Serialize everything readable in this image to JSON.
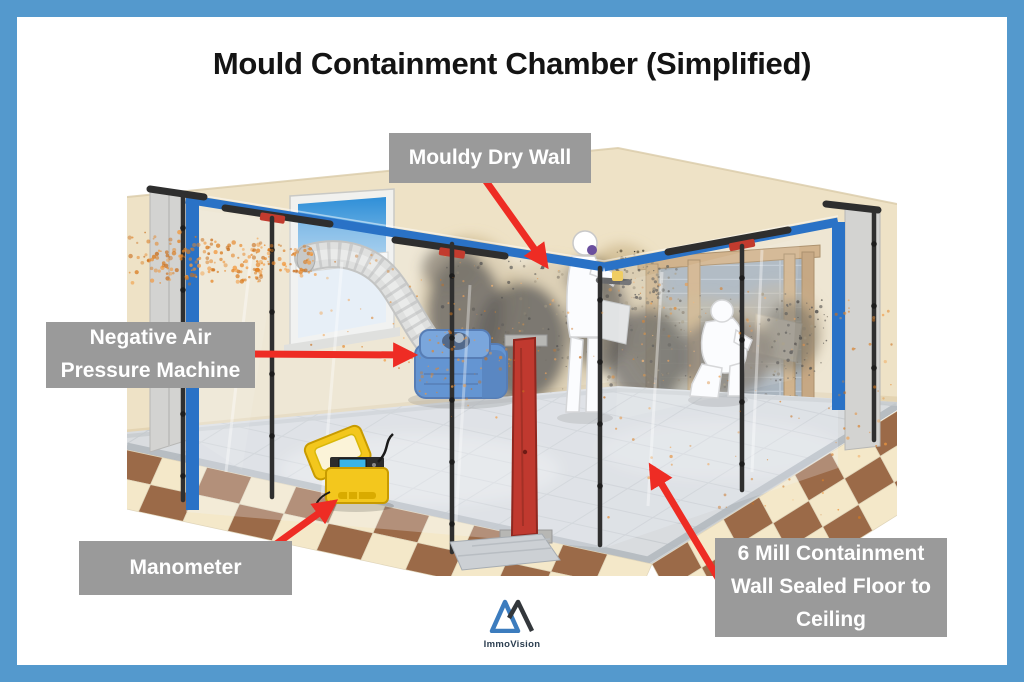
{
  "title": "Mould Containment Chamber (Simplified)",
  "labels": {
    "mouldy_dry_wall": "Mouldy Dry Wall",
    "negative_air_pressure_machine": "Negative Air Pressure Machine",
    "manometer": "Manometer",
    "containment_wall": "6 Mill Containment Wall Sealed Floor to Ceiling"
  },
  "logo": {
    "brand": "ImmoVision"
  },
  "colors": {
    "frame_blue": "#5499CD",
    "label_bg": "#9A9A9A",
    "label_text": "#FFFFFF",
    "arrow_red": "#EE2C24",
    "tape_blue": "#2A72C6",
    "machine_blue": "#2F71C2",
    "manometer_yellow": "#F3C71D",
    "wall_beige": "#EEE2C6",
    "tile_brown": "#9B6A48",
    "tile_cream": "#F4E8C9",
    "particle_orange": "#E58527",
    "mould_dark": "#37322A"
  }
}
